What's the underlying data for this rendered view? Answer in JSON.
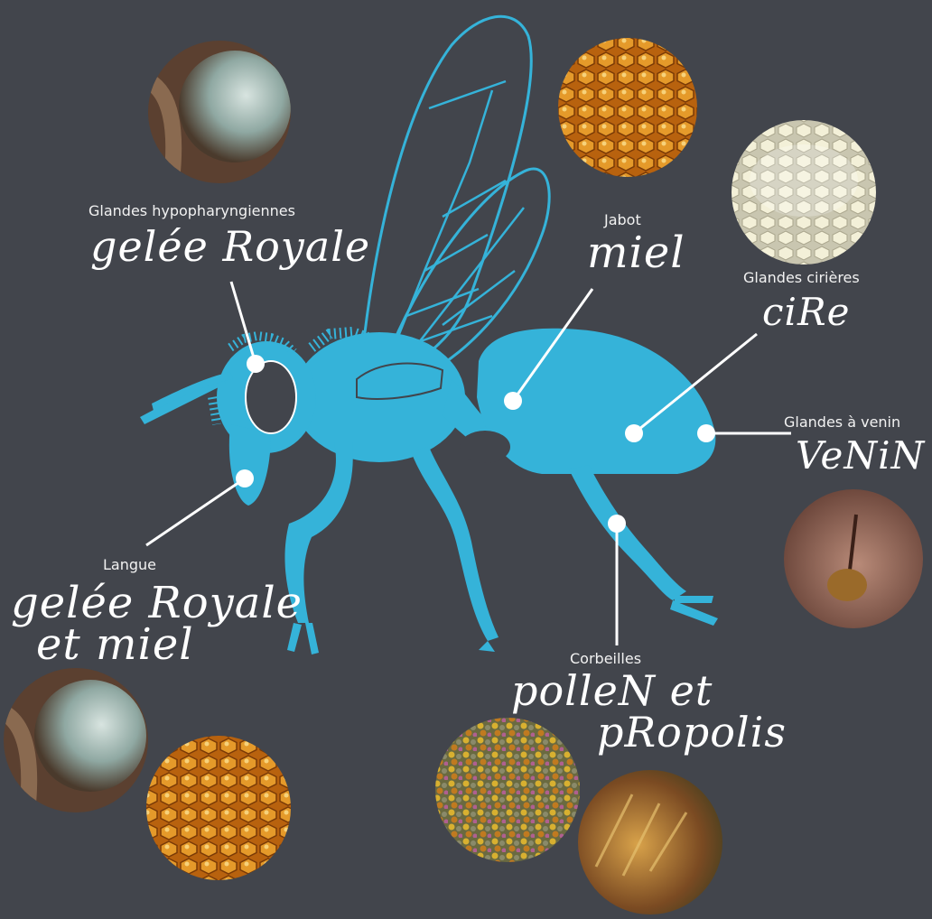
{
  "colors": {
    "background": "#42454c",
    "bee": "#35b3d9",
    "lines": "#ffffff"
  },
  "labels": {
    "hypo": {
      "small": "Glandes hypopharyngiennes",
      "big": "gelée Royale"
    },
    "jabot": {
      "small": "Jabot",
      "big": "miel"
    },
    "ciriere": {
      "small": "Glandes cirières",
      "big": "ciRe"
    },
    "venin": {
      "small": "Glandes à venin",
      "big": "VeNiN"
    },
    "langue": {
      "small": "Langue",
      "big1": "gelée Royale",
      "big2": "et miel"
    },
    "corbeilles": {
      "small": "Corbeilles",
      "big1": "polleN et",
      "big2": "pRopolis"
    }
  },
  "photos": [
    {
      "name": "royal-jelly-photo",
      "depicts": "royal jelly in cell"
    },
    {
      "name": "honey-comb-photo",
      "depicts": "honeycomb with honey"
    },
    {
      "name": "wax-comb-photo",
      "depicts": "white wax comb"
    },
    {
      "name": "venom-sting-photo",
      "depicts": "bee sting in skin"
    },
    {
      "name": "royal-jelly-photo-2",
      "depicts": "royal jelly in cell"
    },
    {
      "name": "honey-comb-photo-2",
      "depicts": "honeycomb with honey"
    },
    {
      "name": "pollen-photo",
      "depicts": "pollen pellets"
    },
    {
      "name": "propolis-photo",
      "depicts": "propolis"
    }
  ]
}
